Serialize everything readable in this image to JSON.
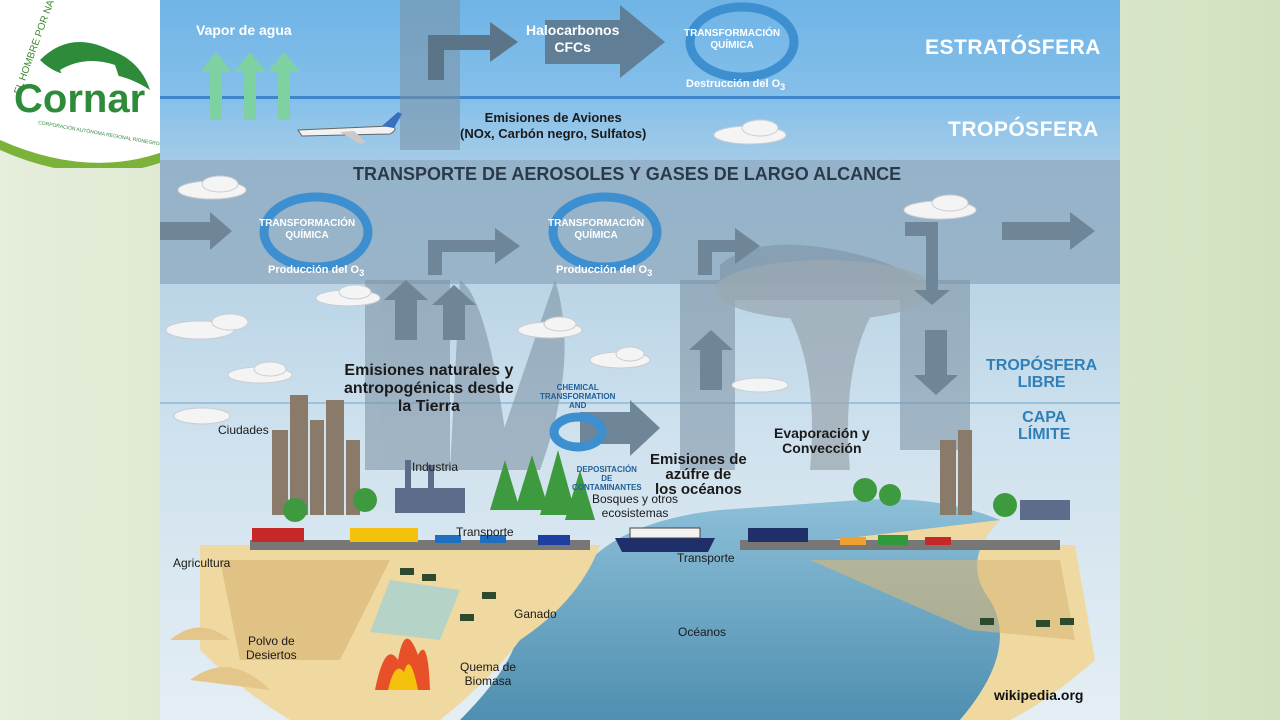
{
  "logo": {
    "arc_text": "EL HOMBRE POR NATU",
    "brand": "Cornar",
    "tagline": "CORPORACIÓN AUTÓNOMA REGIONAL RIONEGRO-NA"
  },
  "zones": {
    "stratosphere": "ESTRATÓSFERA",
    "troposphere": "TROPÓSFERA",
    "long_range": "TRANSPORTE DE AEROSOLES Y GASES DE LARGO ALCANCE",
    "free_troposphere_1": "TROPÓSFERA",
    "free_troposphere_2": "LIBRE",
    "boundary_1": "CAPA",
    "boundary_2": "LÍMITE"
  },
  "labels": {
    "water_vapor": "Vapor de agua",
    "halocarbons_1": "Halocarbonos",
    "halocarbons_2": "CFCs",
    "transformation_1": "TRANSFORMACIÓN",
    "transformation_2": "QUÍMICA",
    "o3_destruction": "Destrucción del O",
    "o3_production": "Producción del O",
    "o3_sub": "3",
    "aircraft_1": "Emisiones de Aviones",
    "aircraft_2": "(NOx, Carbón negro, Sulfatos)",
    "natural_1": "Emisiones naturales y",
    "natural_2": "antropogénicas desde",
    "natural_3": "la Tierra",
    "chemical_1": "CHEMICAL",
    "chemical_2": "TRANSFORMATION",
    "chemical_3": "AND",
    "deposition_1": "DEPOSITACIÓN",
    "deposition_2": "DE",
    "deposition_3": "CONTAMINANTES",
    "sulfur_1": "Emisiones de",
    "sulfur_2": "azúfre de",
    "sulfur_3": "los océanos",
    "evaporation_1": "Evaporación y",
    "evaporation_2": "Convección",
    "cities": "Ciudades",
    "industry": "Industria",
    "forests_1": "Bosques y otros",
    "forests_2": "ecosistemas",
    "transport_land": "Transporte",
    "transport_sea": "Transporte",
    "agriculture": "Agricultura",
    "livestock": "Ganado",
    "oceans": "Océanos",
    "desert_1": "Polvo de",
    "desert_2": "Desiertos",
    "biomass_1": "Quema de",
    "biomass_2": "Biomasa",
    "source": "wikipedia.org"
  },
  "colors": {
    "stratosphere": "#74b8e8",
    "troposphere": "#9fc8e6",
    "band": "#8ea8c0",
    "arrow": "#6f8699",
    "cycle": "#3d8fd0",
    "ocean": "#6aa6c4",
    "land": "#f0d9a0",
    "field": "#d9b878",
    "boundary_text": "#2f7fb8"
  }
}
